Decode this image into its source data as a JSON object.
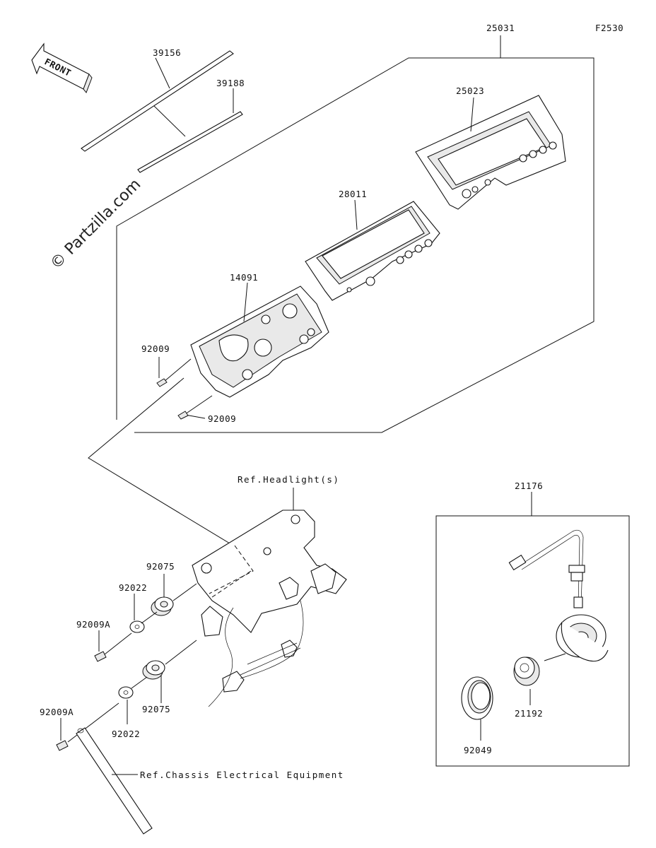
{
  "diagram_code": "F2530",
  "watermark": "© Partzilla.com",
  "front_badge": "FRONT",
  "parts": {
    "p25031": "25031",
    "p25023": "25023",
    "p39156": "39156",
    "p39188": "39188",
    "p28011": "28011",
    "p14091": "14091",
    "p92009_upper": "92009",
    "p92009_lower": "92009",
    "p92075_upper": "92075",
    "p92022_upper": "92022",
    "p92009A_upper": "92009A",
    "p92075_lower": "92075",
    "p92022_lower": "92022",
    "p92009A_lower": "92009A",
    "p21176": "21176",
    "p21192": "21192",
    "p92049": "92049"
  },
  "references": {
    "headlight": "Ref.Headlight(s)",
    "chassis": "Ref.Chassis Electrical Equipment"
  }
}
